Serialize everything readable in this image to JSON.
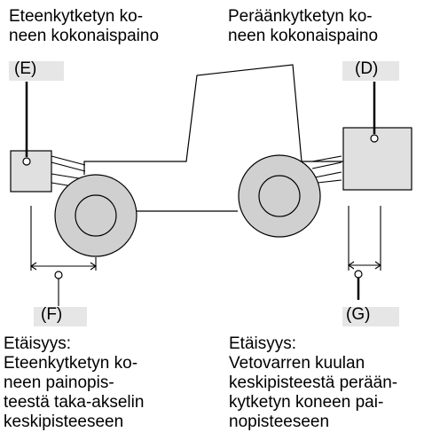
{
  "headings": {
    "front": "Eteenkytketyn ko-\nneen kokonaispaino",
    "rear": "Peräänkytketyn ko-\nneen kokonaispaino"
  },
  "labels": {
    "e": "(E)",
    "d": "(D)",
    "f": "(F)",
    "g": "(G)"
  },
  "descriptions": {
    "front": "Etäisyys:\nEteenkytketyn ko-\nneen painopis-\nteestä taka-akselin\nkeskipisteeseen",
    "rear": "Etäisyys:\nVetovarren kuulan\nkeskipisteestä perään-\nkytketyn koneen pai-\nnopisteeseen"
  },
  "colors": {
    "line": "#000000",
    "implement_fill": "#e0e0e0",
    "wheel_fill": "#d0d0d0",
    "tag_bg": "#e6e6e6"
  }
}
